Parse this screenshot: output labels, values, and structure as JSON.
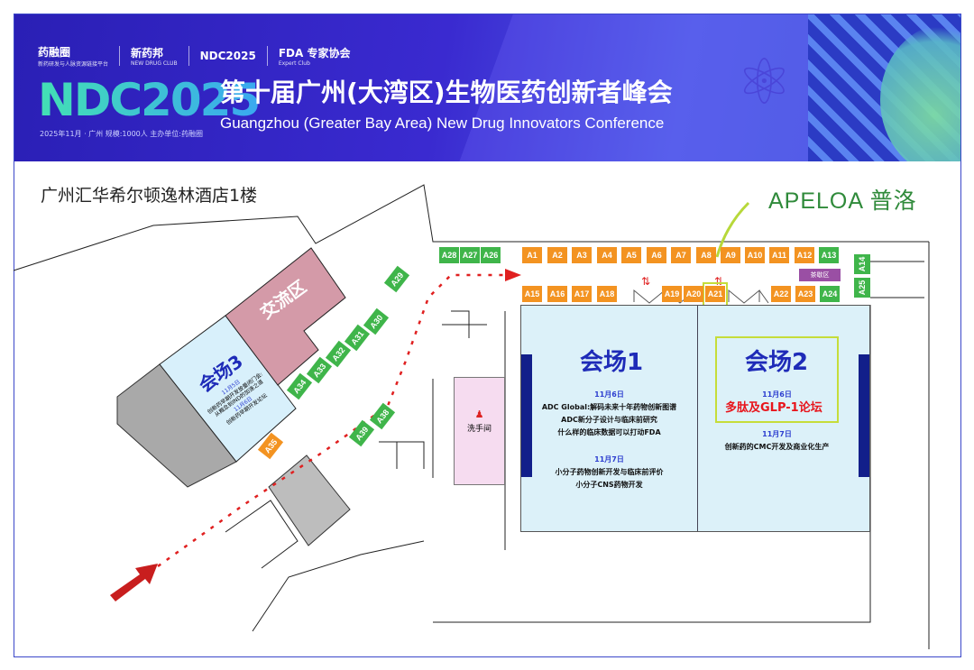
{
  "header": {
    "logos": [
      {
        "name": "药融圈",
        "sub": "新药研发与人脉资源链接平台"
      },
      {
        "name": "新药邦",
        "sub": "NEW DRUG CLUB"
      },
      {
        "name": "NDC2025"
      },
      {
        "name": "FDA 专家协会",
        "sub": "Expert Club"
      }
    ],
    "event_logo": "NDC2025",
    "info": "2025年11月 · 广州    规模:1000人    主办单位:药融圈",
    "title_cn": "第十届广州(大湾区)生物医药创新者峰会",
    "title_en": "Guangzhou (Greater Bay Area) New Drug Innovators Conference"
  },
  "map": {
    "venue": "广州汇华希尔顿逸林酒店1楼",
    "sponsor_logo": "APELOA 普洛",
    "tea_break": "茶歇区",
    "restroom": "洗手间",
    "exchange_area": "交流区",
    "booths_top": [
      "A1",
      "A2",
      "A3",
      "A4",
      "A5",
      "A6",
      "A7",
      "A8",
      "A9",
      "A10",
      "A11",
      "A12",
      "A13"
    ],
    "booths_bottom": [
      "A15",
      "A16",
      "A17",
      "A18",
      "A19",
      "A20",
      "A21",
      "A22",
      "A23",
      "A24"
    ],
    "booths_side": [
      "A14",
      "A25"
    ],
    "booths_entrance": [
      "A28",
      "A27",
      "A26"
    ],
    "booths_diagonal": [
      "A29",
      "A30",
      "A31",
      "A32",
      "A33",
      "A34",
      "A38",
      "A39",
      "A35"
    ],
    "hall1": {
      "title": "会场1",
      "day1": "11月6日",
      "day1_sessions": [
        "ADC Global:解码未来十年药物创新图谱",
        "ADC新分子设计与临床前研究",
        "什么样的临床数据可以打动FDA"
      ],
      "day2": "11月7日",
      "day2_sessions": [
        "小分子药物创新开发与临床前评价",
        "小分子CNS药物开发"
      ]
    },
    "hall2": {
      "title": "会场2",
      "day1": "11月6日",
      "day1_session": "多肽及GLP-1论坛",
      "day2": "11月7日",
      "day2_session": "创新药的CMC开发及商业化生产"
    },
    "hall3": {
      "title": "会场3",
      "day1": "11月5日",
      "day1_sessions": [
        "创新药早期开发放量闭门会:",
        "从概念到IND的加速之道"
      ],
      "day2": "11月6日",
      "day2_session": "创新药早期开发论坛"
    }
  },
  "colors": {
    "booth_orange": "#f39321",
    "booth_green": "#3fb54a",
    "hall_blue": "#dcf1f9",
    "title_blue": "#1e2bb8",
    "highlight": "#e8141b"
  }
}
